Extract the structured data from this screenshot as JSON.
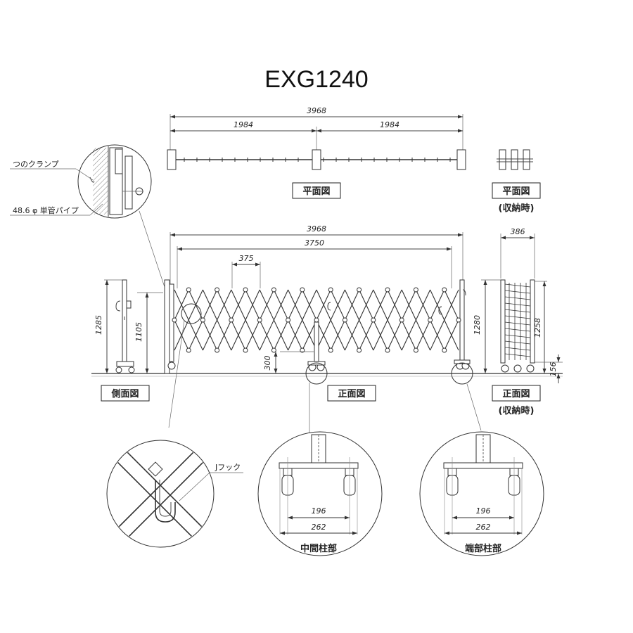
{
  "title": "EXG1240",
  "plan": {
    "total": "3968",
    "half_left": "1984",
    "half_right": "1984",
    "label": "平面図",
    "stowed_label": "平面図",
    "stowed_sub": "(収納時)"
  },
  "front": {
    "total": "3968",
    "inner": "3750",
    "pitch": "375",
    "mid_post_height": "300",
    "label": "正面図",
    "stowed_label": "正面図",
    "stowed_sub": "(収納時)",
    "stowed_width": "386",
    "stowed_height": "1280",
    "stowed_inner_height": "1258",
    "stowed_base": "156"
  },
  "side": {
    "height_total": "1285",
    "height_inner": "1105",
    "label": "側面図"
  },
  "clamp": {
    "clamp_label": "つのクランプ",
    "pipe_label": "48.6 φ 単管パイプ"
  },
  "details": {
    "hook_label": "Jフック",
    "mid_label": "中間柱部",
    "end_label": "端部柱部",
    "caster_inner": "196",
    "caster_outer": "262"
  }
}
